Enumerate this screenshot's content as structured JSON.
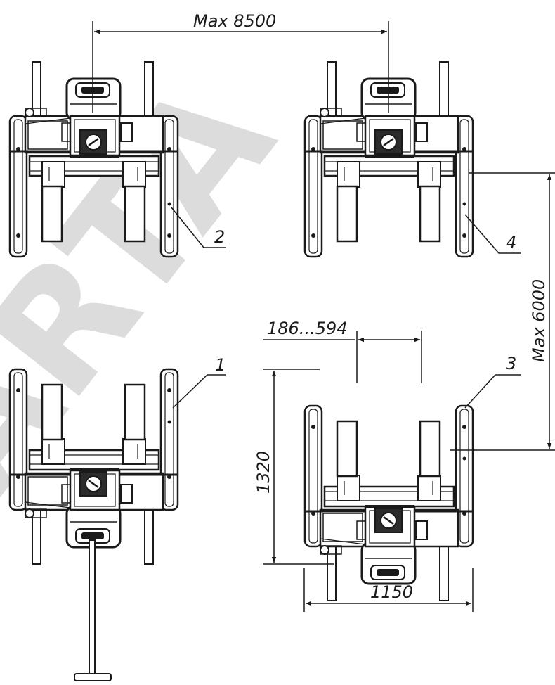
{
  "watermark": {
    "text": "ARTA",
    "color": "#d9d9d9"
  },
  "dimensions": {
    "max_width": "Max 8500",
    "max_height": "Max 6000",
    "clamp_range": "186...594",
    "total_height": "1320",
    "base_width": "1150"
  },
  "callouts": [
    "1",
    "2",
    "3",
    "4"
  ],
  "colors": {
    "line": "#1a1a1a",
    "fill_dark": "#2b2b2b",
    "fill_light": "#ffffff"
  }
}
